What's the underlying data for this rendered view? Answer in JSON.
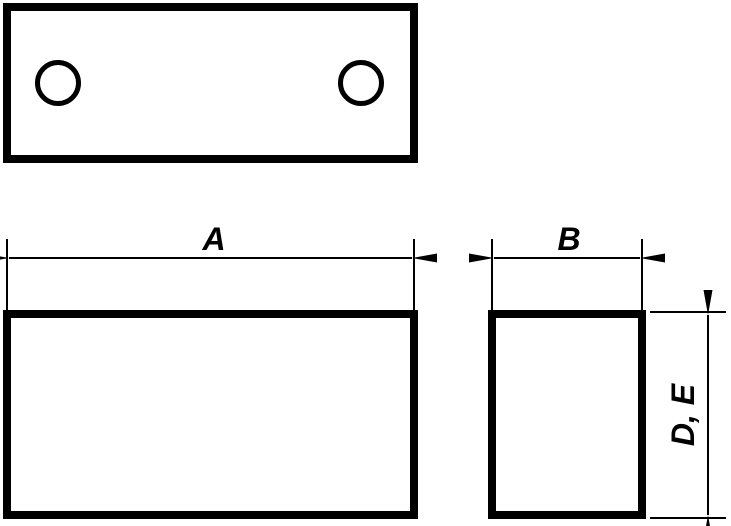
{
  "drawing": {
    "background_color": "#ffffff",
    "line_color": "#000000",
    "views": {
      "top_view": {
        "name": "top view with two holes",
        "hole_count": 2
      },
      "front_view": {
        "name": "front view"
      },
      "side_view": {
        "name": "side view"
      }
    },
    "dimension_labels": {
      "length": "A",
      "width": "B",
      "height": "D, E"
    }
  }
}
